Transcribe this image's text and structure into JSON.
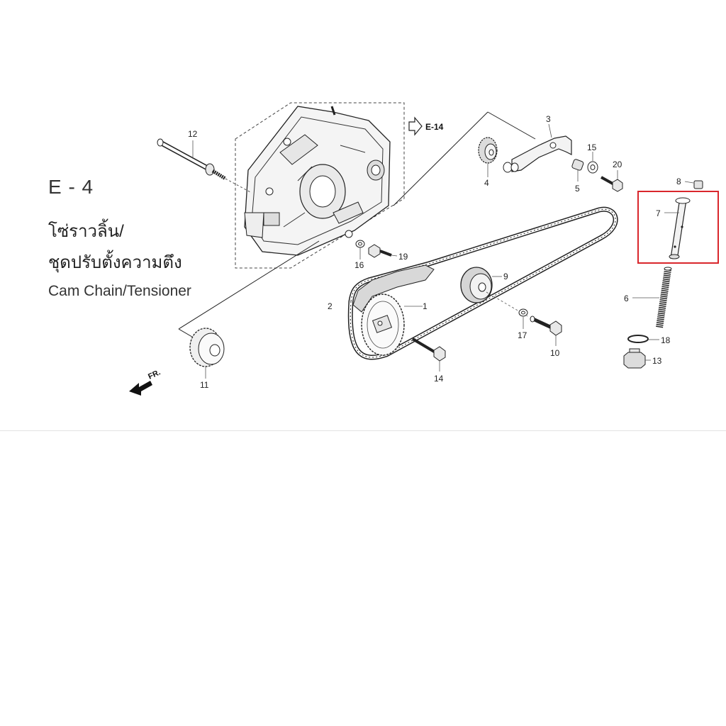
{
  "header": {
    "section_code": "E - 4",
    "title_thai_line1": "โซ่ราวลิ้น/",
    "title_thai_line2": "ชุดปรับตั้งความตึง",
    "title_english": "Cam Chain/Tensioner"
  },
  "references": {
    "page_ref": "E-14",
    "front_marker": "FR."
  },
  "parts": [
    "1",
    "2",
    "3",
    "4",
    "5",
    "6",
    "7",
    "8",
    "9",
    "10",
    "11",
    "12",
    "13",
    "14",
    "15",
    "16",
    "17",
    "18",
    "19",
    "20"
  ],
  "highlight": {
    "color": "#d9262c",
    "part": "7"
  }
}
